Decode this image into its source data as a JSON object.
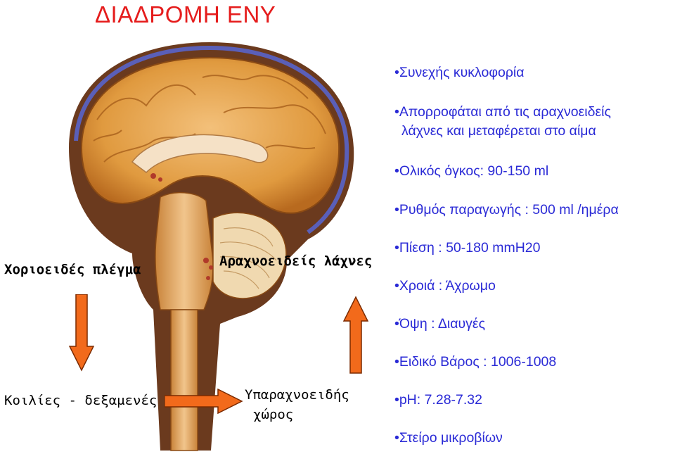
{
  "title": "ΔΙΑΔΡΟΜΗ ΕΝΥ",
  "labels": {
    "choroid": "Χοριοειδές πλέγμα",
    "arachnoid": "Αραχνοειδείς λάχνες",
    "ventricles": "Κοιλίες - δεξαμενές",
    "subarachnoid_1": "Υπαραχνοειδής",
    "subarachnoid_2": "χώρος"
  },
  "facts": [
    {
      "text": "•Συνεχής κυκλοφορία"
    },
    {
      "text": "•Απορροφάται από τις αραχνοειδείς",
      "text2": "λάχνες και μεταφέρεται στο αίμα"
    },
    {
      "text": "•Ολικός όγκος: 90-150 ml"
    },
    {
      "text": "•Ρυθμός παραγωγής : 500 ml /ημέρα"
    },
    {
      "text": "•Πίεση : 50-180 mmH20"
    },
    {
      "text": "•Χροιά : Άχρωμο"
    },
    {
      "text": "•Όψη : Διαυγές"
    },
    {
      "text": "•Ειδικό Βάρος : 1006-1008"
    },
    {
      "text": "•pH: 7.28-7.32"
    },
    {
      "text": "•Στείρο μικροβίων"
    }
  ],
  "colors": {
    "title": "#e51c1c",
    "facts": "#2a2ad6",
    "arrow_fill": "#f26a1b",
    "arrow_stroke": "#7a2a00",
    "brain_cortex": "#d98b2b",
    "csf_space": "#6b3a1e",
    "venous_sinus": "#5a5fb8"
  },
  "icons": {
    "down_arrow": "arrow-down",
    "up_arrow": "arrow-up",
    "right_arrow": "arrow-right"
  }
}
